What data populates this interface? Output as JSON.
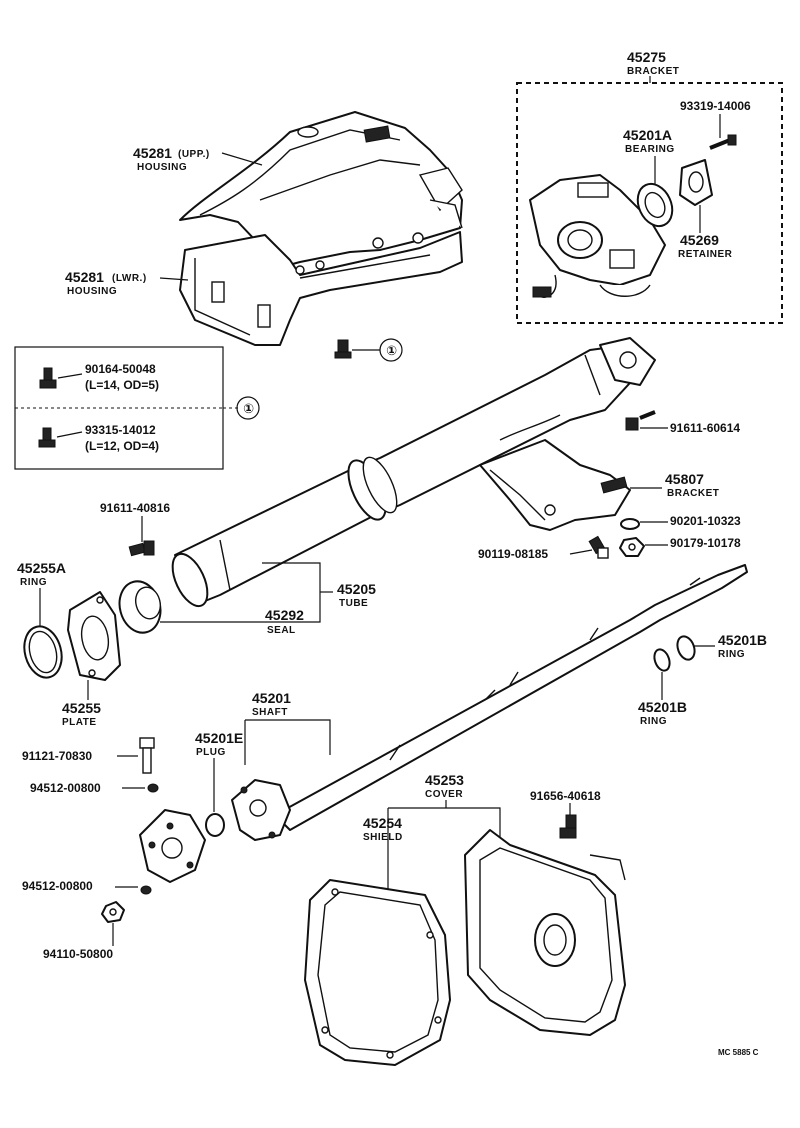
{
  "diagram_code": "MC 5885 C",
  "callout_symbol": "①",
  "screws_box": {
    "screw_a": {
      "number": "90164-50048",
      "spec": "(L=14, OD=5)"
    },
    "screw_b": {
      "number": "93315-14012",
      "spec": "(L=12, OD=4)"
    }
  },
  "parts": {
    "upper_housing": {
      "number": "45281",
      "suffix": "(UPP.)",
      "name": "HOUSING"
    },
    "lower_housing": {
      "number": "45281",
      "suffix": "(LWR.)",
      "name": "HOUSING"
    },
    "bracket_assy": {
      "number": "45275",
      "name": "BRACKET"
    },
    "bracket_screw": {
      "number": "93319-14006"
    },
    "bearing": {
      "number": "45201A",
      "name": "BEARING"
    },
    "retainer": {
      "number": "45269",
      "name": "RETAINER"
    },
    "bolt_tube": {
      "number": "91611-60614"
    },
    "bracket_lower": {
      "number": "45807",
      "name": "BRACKET"
    },
    "washer": {
      "number": "90201-10323"
    },
    "nut": {
      "number": "90179-10178"
    },
    "bolt_bracket": {
      "number": "90119-08185"
    },
    "bolt_plate": {
      "number": "91611-40816"
    },
    "ring_a": {
      "number": "45255A",
      "name": "RING"
    },
    "plate": {
      "number": "45255",
      "name": "PLATE"
    },
    "tube": {
      "number": "45205",
      "name": "TUBE"
    },
    "seal": {
      "number": "45292",
      "name": "SEAL"
    },
    "ring_b_upper": {
      "number": "45201B",
      "name": "RING"
    },
    "ring_b_lower": {
      "number": "45201B",
      "name": "RING"
    },
    "shaft": {
      "number": "45201",
      "name": "SHAFT"
    },
    "plug": {
      "number": "45201E",
      "name": "PLUG"
    },
    "bolt_joint": {
      "number": "91121-70830"
    },
    "pin_upper": {
      "number": "94512-00800"
    },
    "pin_lower": {
      "number": "94512-00800"
    },
    "nut_joint": {
      "number": "94110-50800"
    },
    "cover": {
      "number": "45253",
      "name": "COVER"
    },
    "shield": {
      "number": "45254",
      "name": "SHIELD"
    },
    "bolt_cover": {
      "number": "91656-40618"
    }
  }
}
